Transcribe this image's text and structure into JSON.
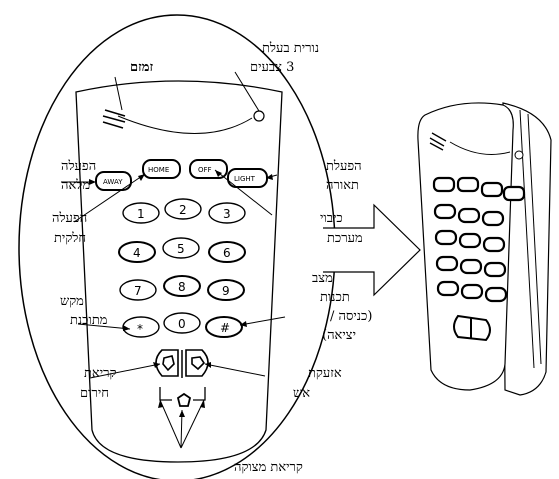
{
  "labels": {
    "led": "נורית בעלת",
    "led2": "3 צבעים",
    "buzzer": "זמזם",
    "full_arm": "הפעלה",
    "full_arm2": "מלאה",
    "partial_arm": "הפעלה",
    "partial_arm2": "חלקית",
    "light": "הפעלת",
    "light2": "תאורה",
    "disarm": "כיבוי",
    "disarm2": "מערכת",
    "prog_mode": "מצב",
    "prog_mode2": "תכנות",
    "prog_mode3": "(כניסה /",
    "prog_mode4": "יציאה)",
    "prog_key": "מקש",
    "prog_key2": "מתוכנת",
    "emergency": "קריאת",
    "emergency2": "חירום",
    "fire": "אזעקת",
    "fire2": "אש",
    "panic": "קריאת מצוקה"
  },
  "keys": {
    "away": "AWAY",
    "home": "HOME",
    "off": "OFF",
    "light": "LIGHT",
    "digits": [
      "1",
      "2",
      "3",
      "4",
      "5",
      "6",
      "7",
      "8",
      "9",
      "*",
      "0",
      "#"
    ]
  }
}
